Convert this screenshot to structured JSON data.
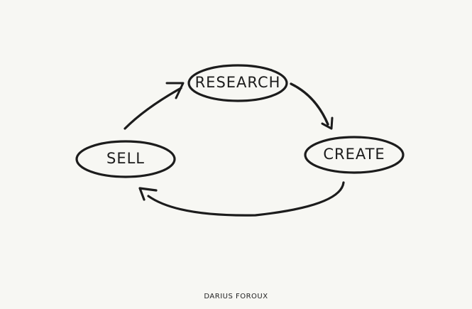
{
  "diagram": {
    "type": "cycle",
    "background": "#f7f7f3",
    "stroke_color": "#1c1c1c",
    "nodes": [
      {
        "id": "research",
        "label": "RESEARCH"
      },
      {
        "id": "create",
        "label": "CREATE"
      },
      {
        "id": "sell",
        "label": "SELL"
      }
    ],
    "edges": [
      {
        "from": "research",
        "to": "create"
      },
      {
        "from": "create",
        "to": "sell"
      },
      {
        "from": "sell",
        "to": "research"
      }
    ]
  },
  "credit": "DARIUS FOROUX"
}
